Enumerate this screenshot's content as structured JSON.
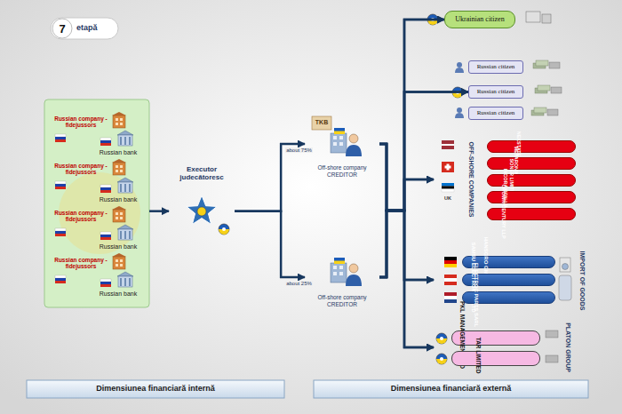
{
  "diagram": {
    "nodes": [
      {
        "text": []
      },
      {
        "text": [
          "Russian company - fidejussors"
        ],
        "in": 0
      },
      {
        "text": [
          "Russian bank"
        ],
        "in": 0
      },
      {
        "text": [
          "Russian company - fidejussors"
        ],
        "in": 0
      },
      {
        "text": [
          "Russian bank"
        ],
        "in": 0
      },
      {
        "text": [
          "Russian company - fidejussors"
        ],
        "in": 0
      },
      {
        "text": [
          "Russian bank"
        ],
        "in": 0
      },
      {
        "text": [
          "Russian company - fidejussors"
        ],
        "in": 0
      },
      {
        "text": [
          "Russian bank"
        ],
        "in": 0
      },
      {
        "text": [
          "Executor judecătoresc"
        ]
      },
      {
        "text": [
          "Off-shore company CREDITOR"
        ]
      },
      {
        "text": [
          "Off-shore company CREDITOR"
        ]
      },
      {
        "text": [
          "Ukrainian citizen"
        ]
      },
      {
        "text": [
          "Russian citizen"
        ]
      },
      {
        "text": [
          "Russian citizen"
        ]
      },
      {
        "text": [
          "Russian citizen"
        ]
      },
      {
        "text": [
          "OFF-SHORE COMPANIES"
        ]
      },
      {
        "text": [
          "NEXSTATE"
        ],
        "in": 16
      },
      {
        "text": [
          "MEYARONIK"
        ],
        "in": 16
      },
      {
        "text": [
          "SONER LIMITED"
        ],
        "in": 16
      },
      {
        "text": [
          "INCORAXION LIMITED"
        ],
        "in": 16
      },
      {
        "text": [
          "CROWN CENTURY LLP"
        ],
        "in": 16
      },
      {
        "text": [
          "IMPORT OF GOODS"
        ]
      },
      {
        "text": [
          "HANSGRO GMBH"
        ],
        "in": 22
      },
      {
        "text": [
          "SAMSU ELECTRONICS LTD"
        ],
        "in": 22
      },
      {
        "text": [
          "ELECTROC PARTS SARL"
        ],
        "in": 22
      },
      {
        "text": [
          "PLATON GROUP"
        ]
      },
      {
        "text": [
          "PKL MANAGEMENT LTD"
        ],
        "in": 26
      },
      {
        "text": [
          "TAR LIMITED"
        ],
        "in": 26
      }
    ],
    "edges": [
      {
        "from": 0,
        "to": 9,
        "arrow": "to"
      },
      {
        "from": 9,
        "to": 10,
        "label": "about 75%",
        "arrow": "to"
      },
      {
        "from": 9,
        "to": 11,
        "label": "about 25%",
        "arrow": "to"
      },
      {
        "from": 10,
        "to": 12,
        "arrow": "to"
      },
      {
        "from": 10,
        "to": 14,
        "arrow": "to"
      },
      {
        "from": 10,
        "to": 16,
        "arrow": "to"
      },
      {
        "from": 10,
        "to": 22,
        "arrow": "to"
      },
      {
        "from": 10,
        "to": 26,
        "arrow": "to"
      },
      {
        "from": 11,
        "to": 12,
        "arrow": "to"
      },
      {
        "from": 11,
        "to": 14,
        "arrow": "to"
      },
      {
        "from": 11,
        "to": 16,
        "arrow": "to"
      },
      {
        "from": 11,
        "to": 22,
        "arrow": "to"
      },
      {
        "from": 11,
        "to": 26,
        "arrow": "to"
      }
    ],
    "labels": [
      "7",
      "etapă",
      "TKB",
      "UK",
      "Dimensiunea financiară internă",
      "Dimensiunea financiară externă"
    ]
  }
}
